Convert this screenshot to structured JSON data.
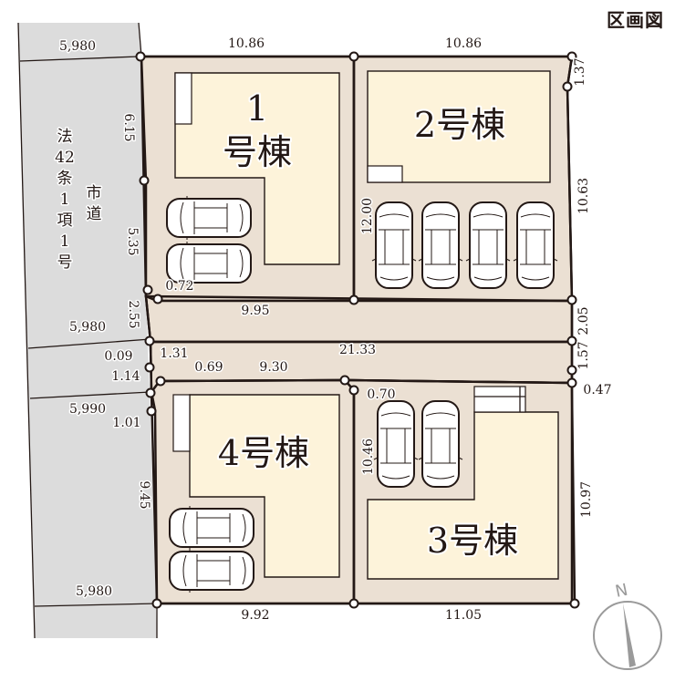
{
  "header": {
    "title": "区画図"
  },
  "road": {
    "label_main": [
      "法",
      "42",
      "条",
      "1",
      "項",
      "1",
      "号"
    ],
    "label_side": [
      "市",
      "道"
    ],
    "widths": [
      "5,980",
      "5,980",
      "5,990",
      "5,980"
    ]
  },
  "lots": [
    {
      "id": "lot-1",
      "label_line1": "1",
      "label_line2": "号棟",
      "parking_spaces": 2
    },
    {
      "id": "lot-2",
      "label": "2号棟",
      "parking_spaces": 4
    },
    {
      "id": "lot-3",
      "label": "3号棟",
      "parking_spaces": 2
    },
    {
      "id": "lot-4",
      "label": "4号棟",
      "parking_spaces": 2
    }
  ],
  "dimensions": {
    "lot1_top": "10.86",
    "lot2_top": "10.86",
    "lot1_left_upper": "6.15",
    "lot1_left_lower": "5.35",
    "lot1_corner": "0.72",
    "lot1_bottom": "9.95",
    "lot2_right_notch": "1.37",
    "lot2_right": "10.63",
    "lot2_left": "12.00",
    "driveway_left": "2.55",
    "driveway_right": "2.05",
    "passage_length": "21.33",
    "passage_right": "1.57",
    "passage_left_a": "0.09",
    "passage_left_b": "1.31",
    "passage_left_c": "1.14",
    "lot4_corner": "0.69",
    "lot4_top": "9.30",
    "lot4_left_notch": "1.01",
    "lot4_left": "9.45",
    "lot4_bottom": "9.92",
    "lot3_corner": "0.70",
    "lot3_left": "10.46",
    "lot3_right_notch": "0.47",
    "lot3_right": "10.97",
    "lot3_bottom": "11.05"
  },
  "compass": {
    "label": "N"
  },
  "colors": {
    "road": "#dcdcdc",
    "yard": "#ebe0d3",
    "house": "#fdf3da",
    "line": "#231815",
    "compass": "#9a9a9a"
  }
}
